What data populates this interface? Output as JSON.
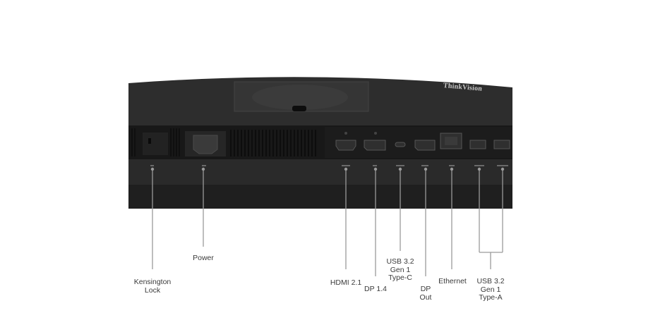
{
  "brand": "ThinkVision",
  "callouts": [
    {
      "id": "kensington-lock",
      "label": "Kensington\nLock"
    },
    {
      "id": "power",
      "label": "Power"
    },
    {
      "id": "hdmi",
      "label": "HDMI 2.1"
    },
    {
      "id": "dp-in",
      "label": "DP 1.4"
    },
    {
      "id": "usb-c",
      "label": "USB 3.2\nGen 1\nType-C"
    },
    {
      "id": "dp-out",
      "label": "DP\nOut"
    },
    {
      "id": "ethernet",
      "label": "Ethernet"
    },
    {
      "id": "usb-a",
      "label": "USB 3.2\nGen 1\nType-A"
    }
  ],
  "colors": {
    "bezel": "#2c2c2c",
    "band": "#1e1e1e",
    "callout_line": "#9a9a9a",
    "text": "#3a3a3a"
  }
}
